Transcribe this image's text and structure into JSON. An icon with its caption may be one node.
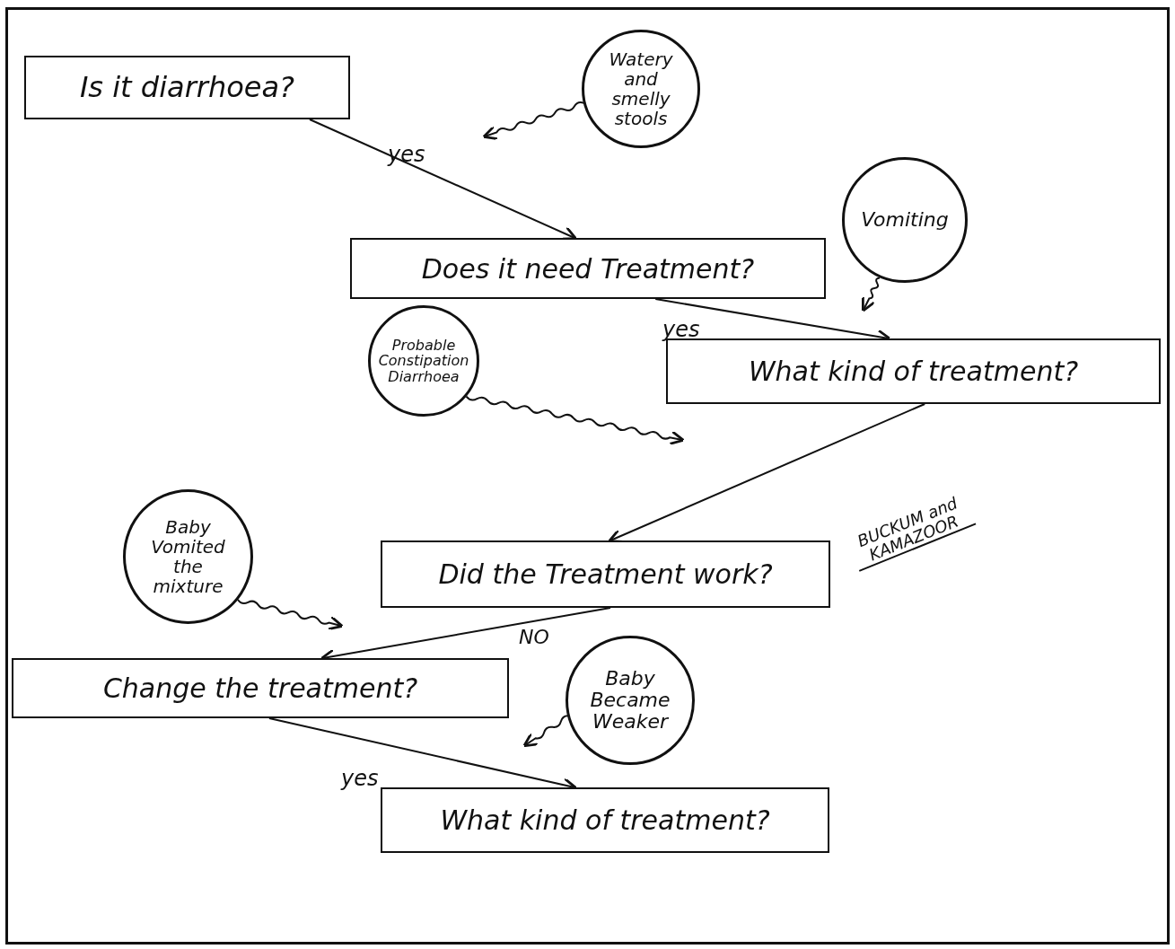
{
  "diagram": {
    "nodes": [
      {
        "text": [
          "Is it diarrhoea?"
        ]
      },
      {
        "text": [
          "Watery and smelly stools"
        ]
      },
      {
        "text": [
          "Does it need Treatment?"
        ]
      },
      {
        "text": [
          "Vomiting"
        ]
      },
      {
        "text": [
          "What kind of treatment?"
        ]
      },
      {
        "text": [
          "Probable Constipation Diarrhoea"
        ]
      },
      {
        "text": [
          "Baby Vomited the mixture"
        ]
      },
      {
        "text": [
          "Did the Treatment work?"
        ]
      },
      {
        "text": [
          "Change the treatment?"
        ]
      },
      {
        "text": [
          "Baby Became Weaker"
        ]
      },
      {
        "text": [
          "What kind of treatment?"
        ]
      }
    ],
    "edges": [
      {
        "from": 0,
        "to": 2,
        "arrow": "to",
        "label": "yes"
      },
      {
        "from": 1,
        "to": null,
        "arrow": "to"
      },
      {
        "from": 2,
        "to": 4,
        "arrow": "to",
        "label": "yes"
      },
      {
        "from": 3,
        "to": null,
        "arrow": "to"
      },
      {
        "from": 4,
        "to": 7,
        "arrow": "to",
        "label": "BUCKUM and KAMAZOOR"
      },
      {
        "from": 5,
        "to": null,
        "arrow": "to"
      },
      {
        "from": 7,
        "to": 8,
        "arrow": "to",
        "label": "NO"
      },
      {
        "from": 6,
        "to": null,
        "arrow": "to"
      },
      {
        "from": 8,
        "to": 10,
        "arrow": "to",
        "label": "yes"
      },
      {
        "from": 9,
        "to": null,
        "arrow": "to"
      }
    ]
  }
}
